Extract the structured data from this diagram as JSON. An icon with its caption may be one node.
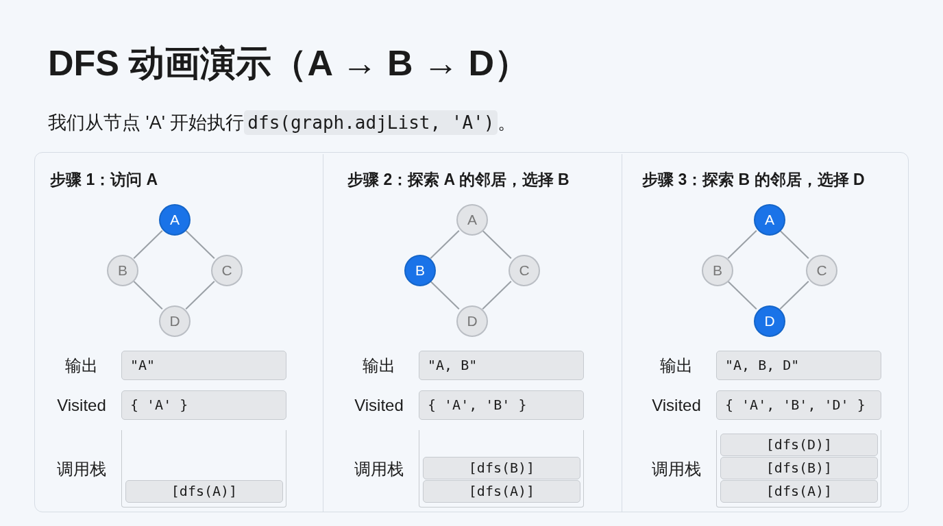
{
  "diagram": {
    "title": "DFS 动画演示（A → B → D）",
    "nodes": [
      {
        "text": [],
        "shape": "box"
      },
      {
        "text": [
          "步骤 1：访问 A"
        ],
        "in": 0
      },
      {
        "text": [
          "A"
        ],
        "in": 1
      },
      {
        "text": [
          "B"
        ],
        "in": 1
      },
      {
        "text": [
          "C"
        ],
        "in": 1
      },
      {
        "text": [
          "D"
        ],
        "in": 1
      },
      {
        "text": [
          "输出",
          "\"A\""
        ],
        "in": 1
      },
      {
        "text": [
          "Visited",
          "{ 'A' }"
        ],
        "in": 1
      },
      {
        "text": [
          "调用栈"
        ],
        "in": 1
      },
      {
        "text": [
          "[dfs(A)]"
        ],
        "in": 8
      },
      {
        "text": [
          "步骤 2：探索 A 的邻居，选择 B"
        ],
        "in": 0
      },
      {
        "text": [
          "A"
        ],
        "in": 10
      },
      {
        "text": [
          "B"
        ],
        "in": 10
      },
      {
        "text": [
          "C"
        ],
        "in": 10
      },
      {
        "text": [
          "D"
        ],
        "in": 10
      },
      {
        "text": [
          "输出",
          "\"A, B\""
        ],
        "in": 10
      },
      {
        "text": [
          "Visited",
          "{ 'A', 'B' }"
        ],
        "in": 10
      },
      {
        "text": [
          "调用栈"
        ],
        "in": 10
      },
      {
        "text": [
          "[dfs(B)]"
        ],
        "in": 17
      },
      {
        "text": [
          "[dfs(A)]"
        ],
        "in": 17
      },
      {
        "text": [
          "步骤 3：探索 B 的邻居，选择 D"
        ],
        "in": 0
      },
      {
        "text": [
          "A"
        ],
        "in": 20
      },
      {
        "text": [
          "B"
        ],
        "in": 20
      },
      {
        "text": [
          "C"
        ],
        "in": 20
      },
      {
        "text": [
          "D"
        ],
        "in": 20
      },
      {
        "text": [
          "输出",
          "\"A, B, D\""
        ],
        "in": 20
      },
      {
        "text": [
          "Visited",
          "{ 'A', 'B', 'D' }"
        ],
        "in": 20
      },
      {
        "text": [
          "调用栈"
        ],
        "in": 20
      },
      {
        "text": [
          "[dfs(D)]"
        ],
        "in": 27
      },
      {
        "text": [
          "[dfs(B)]"
        ],
        "in": 27
      },
      {
        "text": [
          "[dfs(A)]"
        ],
        "in": 27
      }
    ],
    "edges": [
      {
        "from": 2,
        "to": 3,
        "arrow": "none"
      },
      {
        "from": 2,
        "to": 4,
        "arrow": "none"
      },
      {
        "from": 3,
        "to": 5,
        "arrow": "none"
      },
      {
        "from": 4,
        "to": 5,
        "arrow": "none"
      },
      {
        "from": 11,
        "to": 12,
        "arrow": "none"
      },
      {
        "from": 11,
        "to": 13,
        "arrow": "none"
      },
      {
        "from": 12,
        "to": 14,
        "arrow": "none"
      },
      {
        "from": 13,
        "to": 14,
        "arrow": "none"
      },
      {
        "from": 21,
        "to": 22,
        "arrow": "none"
      },
      {
        "from": 21,
        "to": 23,
        "arrow": "none"
      },
      {
        "from": 22,
        "to": 24,
        "arrow": "none"
      },
      {
        "from": 23,
        "to": 24,
        "arrow": "none"
      }
    ],
    "labels": [
      "我们从节点 'A' 开始执行",
      "dfs(graph.adjList, 'A')",
      "。"
    ]
  }
}
